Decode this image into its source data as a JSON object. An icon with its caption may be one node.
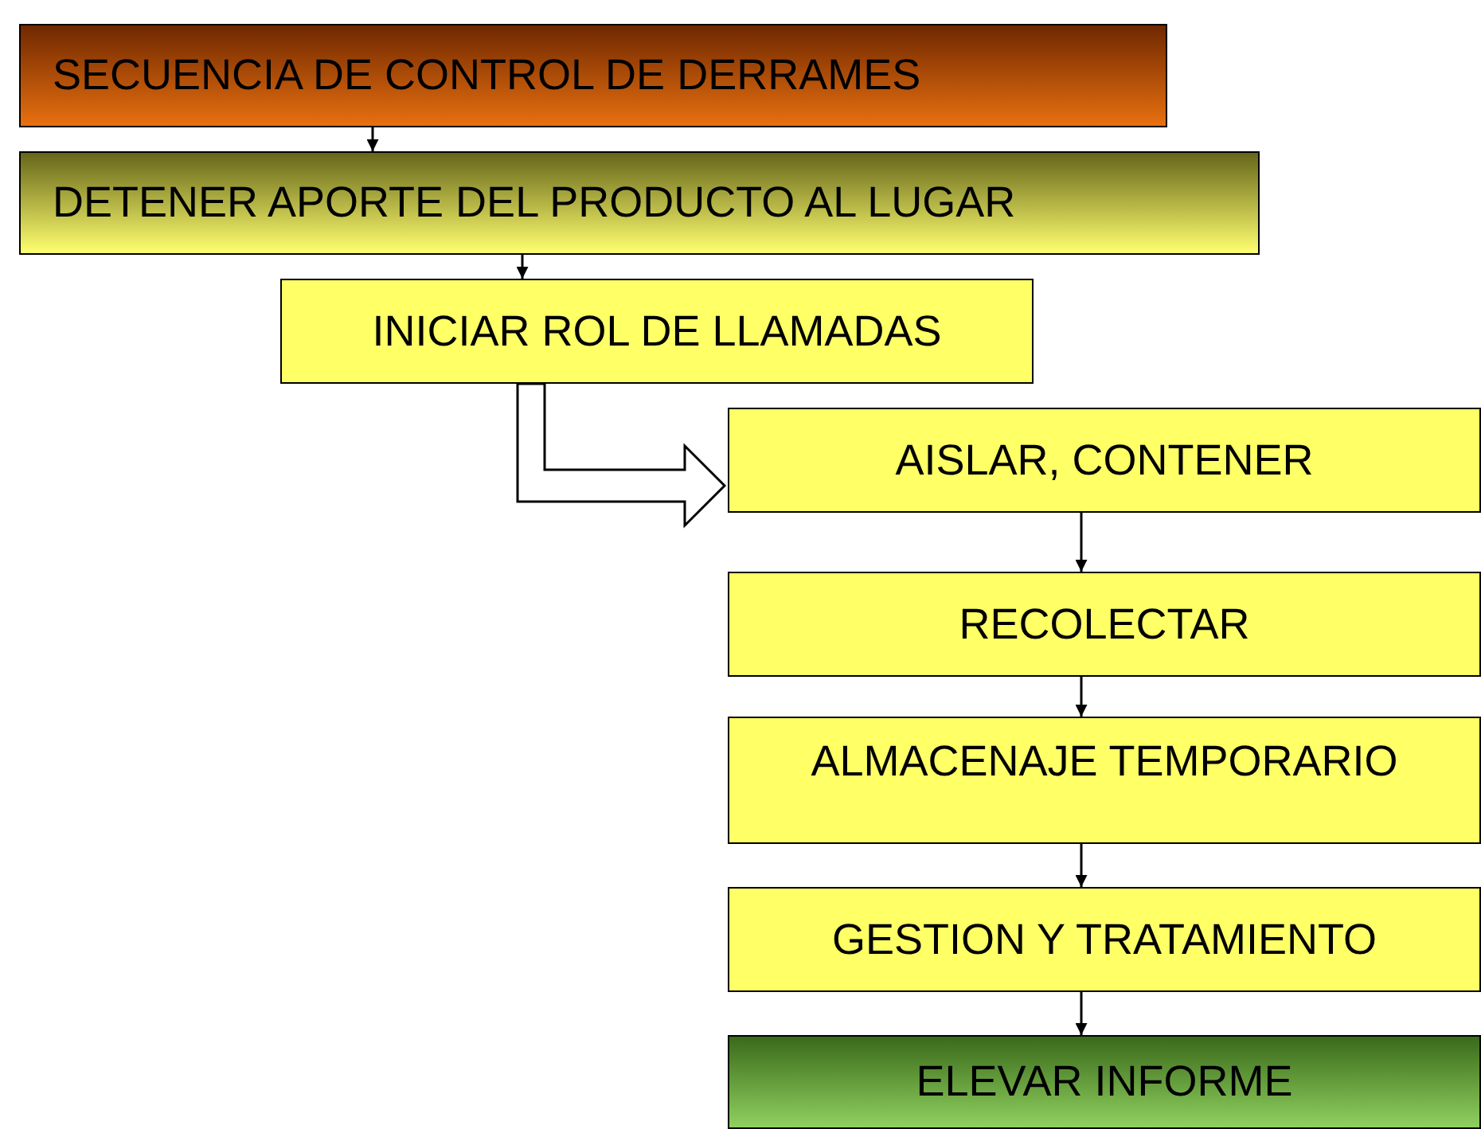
{
  "diagram": {
    "nodes": [
      {
        "text": [
          "SECUENCIA DE CONTROL DE DERRAMES"
        ]
      },
      {
        "text": [
          "DETENER APORTE DEL PRODUCTO AL LUGAR"
        ]
      },
      {
        "text": [
          "INICIAR ROL DE LLAMADAS"
        ]
      },
      {
        "text": [
          "AISLAR, CONTENER"
        ]
      },
      {
        "text": [
          "RECOLECTAR"
        ]
      },
      {
        "text": [
          "ALMACENAJE TEMPORARIO"
        ]
      },
      {
        "text": [
          "GESTION Y TRATAMIENTO"
        ]
      },
      {
        "text": [
          "ELEVAR INFORME"
        ]
      }
    ],
    "edges": [
      {
        "from": 0,
        "to": 1,
        "arrow": "to"
      },
      {
        "from": 1,
        "to": 2,
        "arrow": "to"
      },
      {
        "from": 2,
        "to": 3,
        "arrow": "to",
        "style": "thick"
      },
      {
        "from": 3,
        "to": 4,
        "arrow": "to"
      },
      {
        "from": 4,
        "to": 5,
        "arrow": "to"
      },
      {
        "from": 5,
        "to": 6,
        "arrow": "to"
      },
      {
        "from": 6,
        "to": 7,
        "arrow": "to"
      }
    ]
  }
}
